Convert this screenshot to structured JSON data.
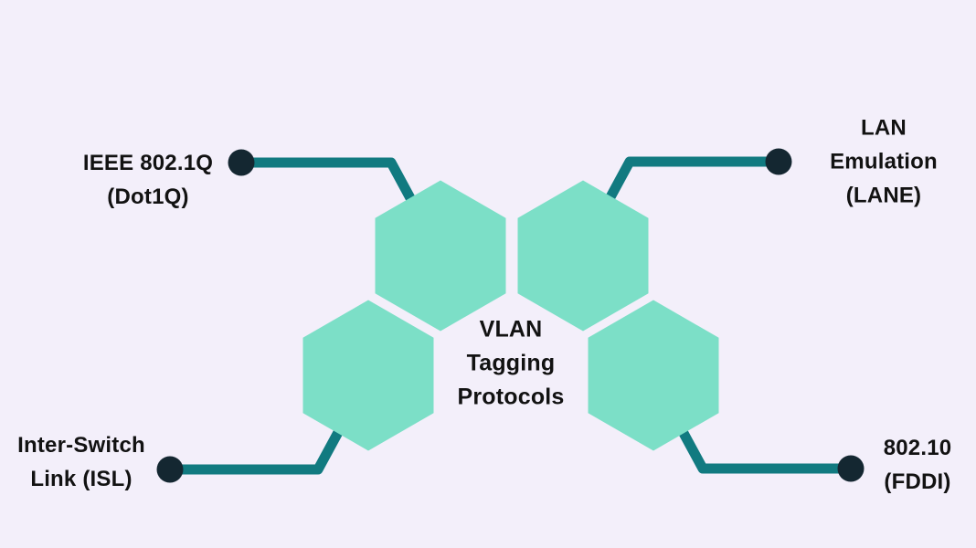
{
  "title": {
    "text": "VLAN\nTagging\nProtocols"
  },
  "nodes": [
    {
      "id": "ieee-802-1q",
      "label": "IEEE 802.1Q\n(Dot1Q)",
      "position": "top-left"
    },
    {
      "id": "lan-emulation",
      "label": "LAN Emulation\n(LANE)",
      "position": "top-right"
    },
    {
      "id": "inter-switch-link",
      "label": "Inter-Switch\nLink (ISL)",
      "position": "bottom-left"
    },
    {
      "id": "802-10-fddi",
      "label": "802.10\n(FDDI)",
      "position": "bottom-right"
    }
  ],
  "colors": {
    "background": "#f3effa",
    "hexagon": "#7cdfc7",
    "connector": "#117a80",
    "node_dot": "#142731",
    "text": "#121212"
  }
}
